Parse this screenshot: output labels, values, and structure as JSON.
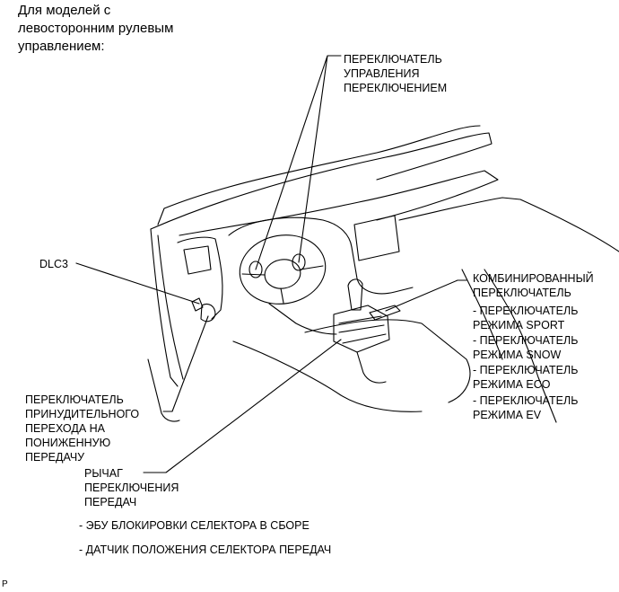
{
  "title": [
    "Для моделей с",
    "левосторонним рулевым",
    "управлением:"
  ],
  "labels": {
    "shift_control_switch": [
      "ПЕРЕКЛЮЧАТЕЛЬ",
      "УПРАВЛЕНИЯ",
      "ПЕРЕКЛЮЧЕНИЕМ"
    ],
    "dlc3": [
      "DLC3"
    ],
    "combination_switch": [
      "КОМБИНИРОВАННЫЙ",
      "ПЕРЕКЛЮЧАТЕЛЬ"
    ],
    "combination_items": [
      [
        "- ПЕРЕКЛЮЧАТЕЛЬ",
        "РЕЖИМА SPORT"
      ],
      [
        "- ПЕРЕКЛЮЧАТЕЛЬ",
        "РЕЖИМА SNOW"
      ],
      [
        "- ПЕРЕКЛЮЧАТЕЛЬ",
        "РЕЖИМА ECO"
      ],
      [
        "- ПЕРЕКЛЮЧАТЕЛЬ",
        "РЕЖИМА EV"
      ]
    ],
    "kickdown_switch": [
      "ПЕРЕКЛЮЧАТЕЛЬ",
      "ПРИНУДИТЕЛЬНОГО",
      "ПЕРЕХОДА НА",
      "ПОНИЖЕННУЮ",
      "ПЕРЕДАЧУ"
    ],
    "shift_lever": [
      "РЫЧАГ",
      "ПЕРЕКЛЮЧЕНИЯ",
      "ПЕРЕДАЧ"
    ],
    "shift_lever_items": [
      "- ЭБУ БЛОКИРОВКИ СЕЛЕКТОРА В СБОРЕ",
      "- ДАТЧИК ПОЛОЖЕНИЯ СЕЛЕКТОРА ПЕРЕДАЧ"
    ]
  },
  "corner_mark": "P"
}
